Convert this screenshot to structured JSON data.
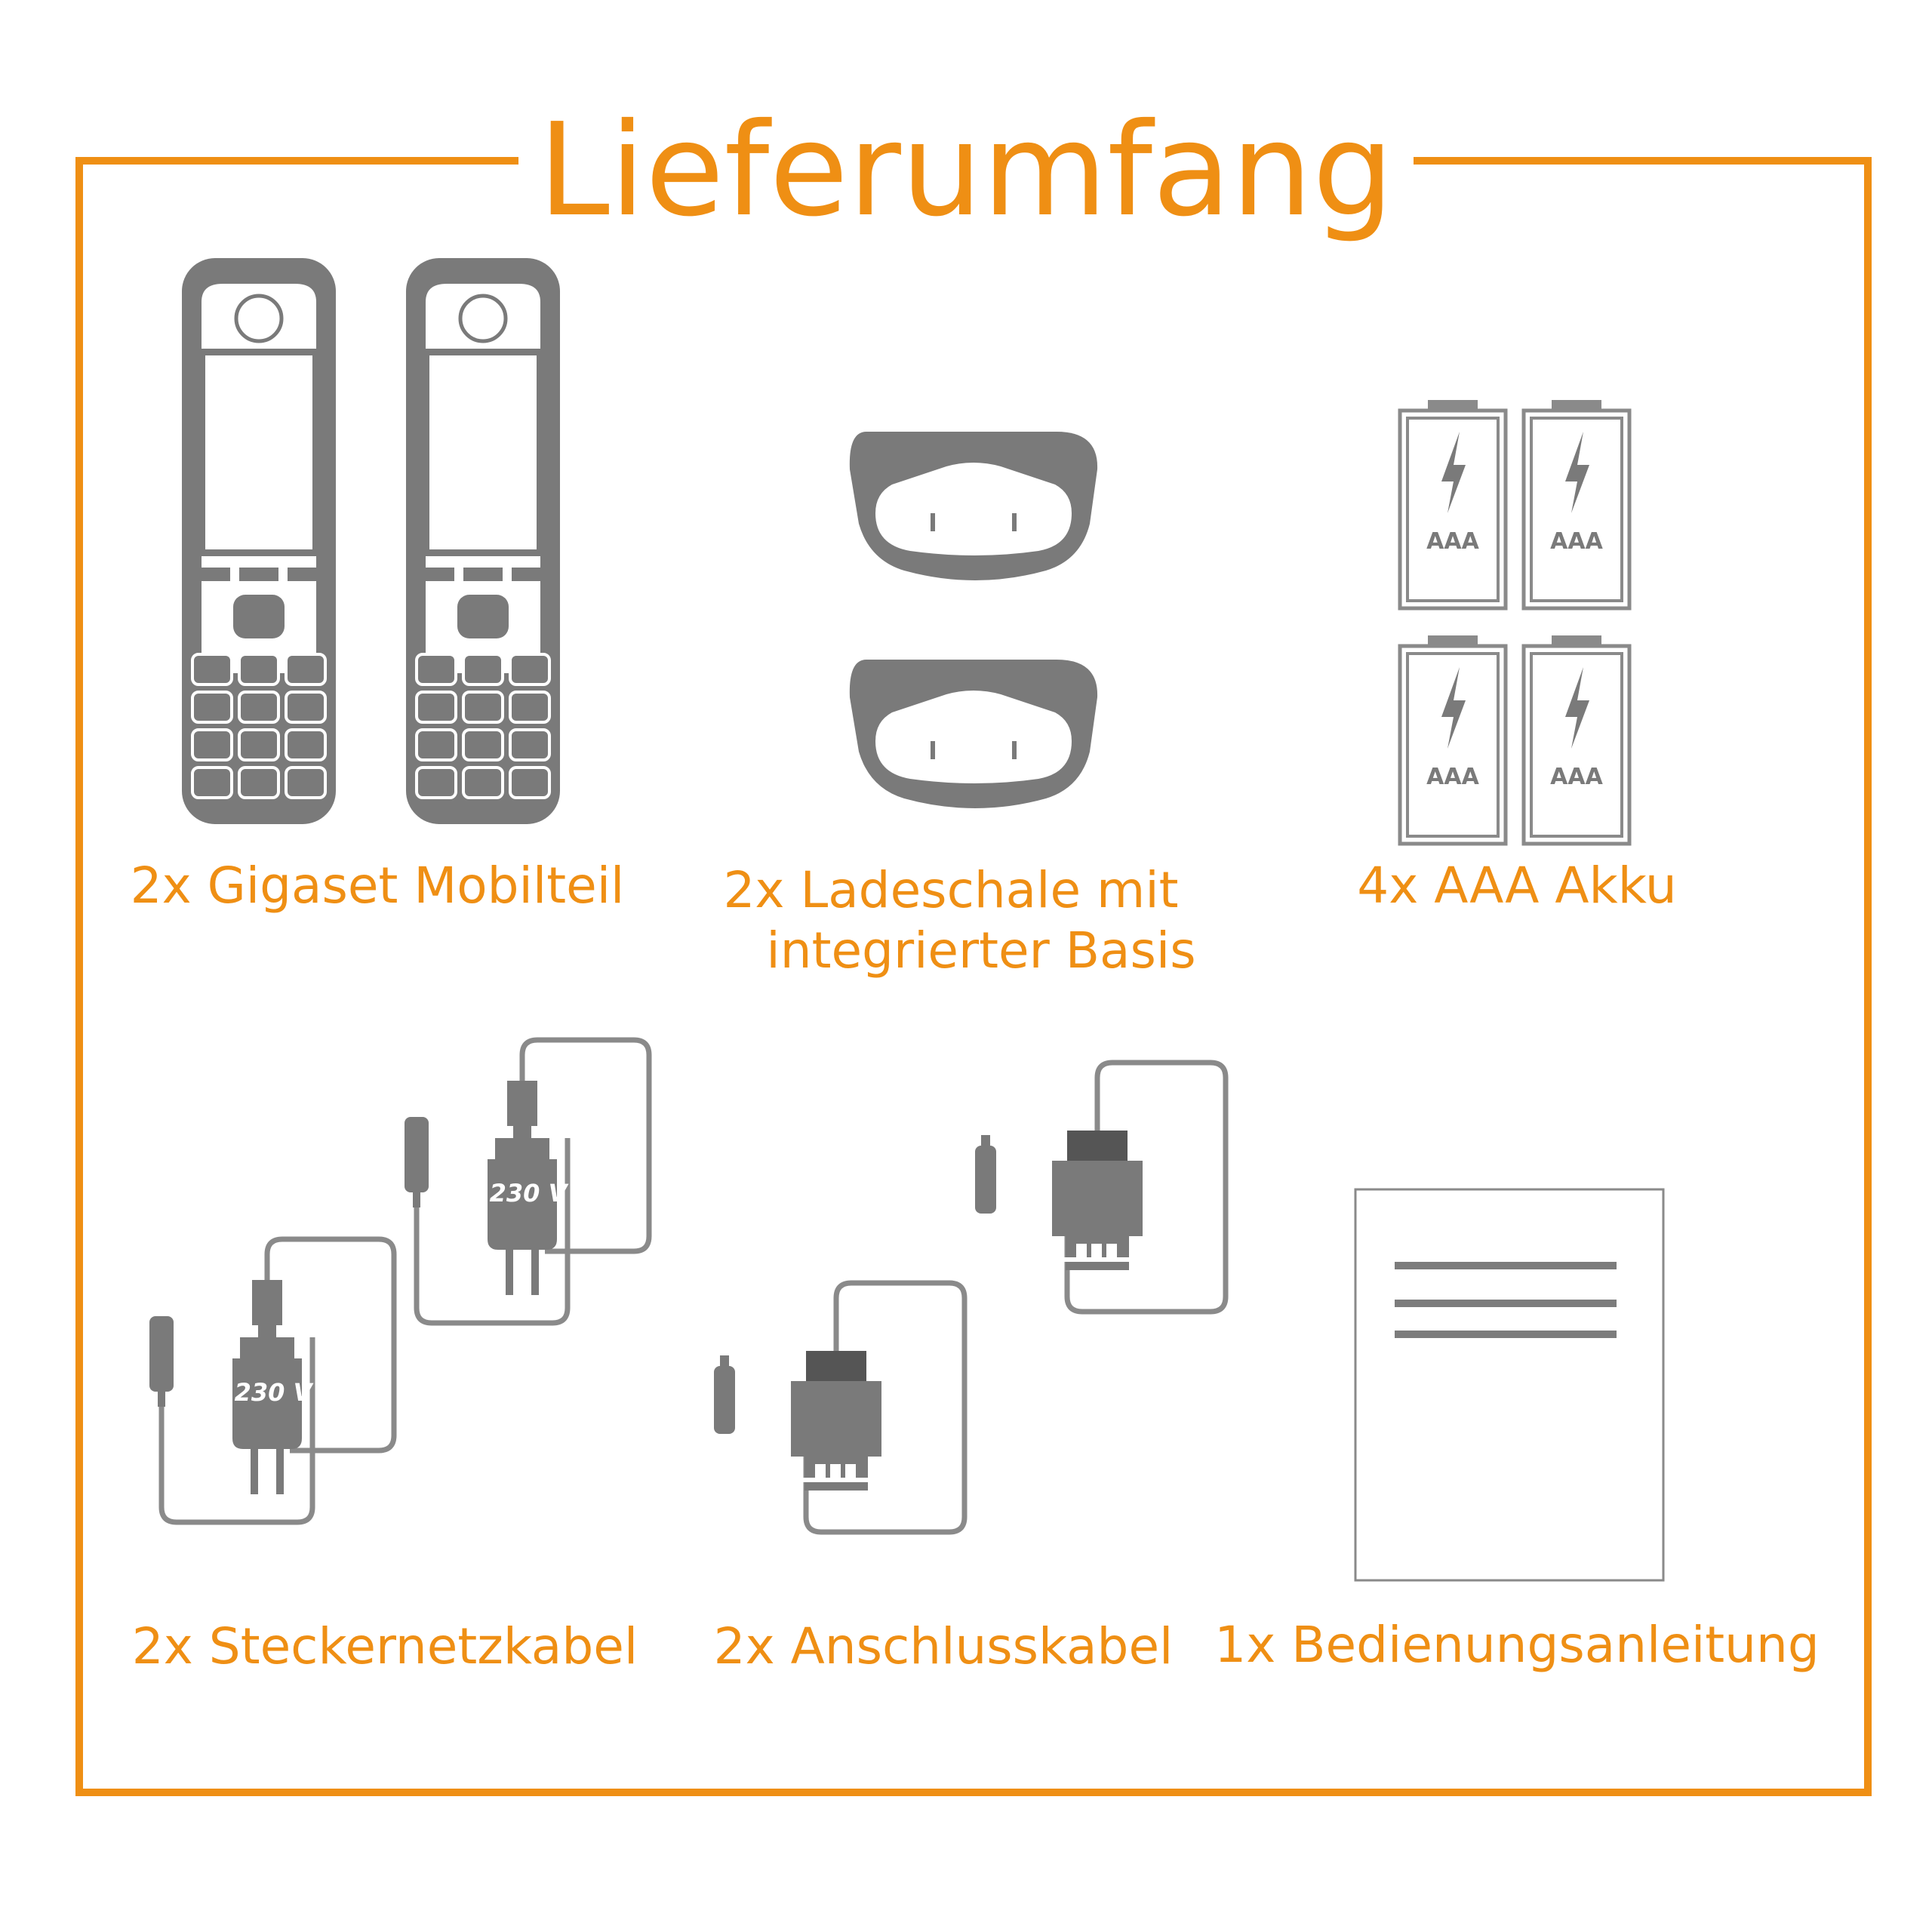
{
  "title": "Lieferumfang",
  "colors": {
    "accent": "#ef8f14",
    "device": "#7a7a7a",
    "outline": "#9a9a9a",
    "paper_line": "#7c7c7c"
  },
  "items": [
    {
      "id": "handset",
      "label": "2x Gigaset Mobilteil",
      "icon": "handset-icon"
    },
    {
      "id": "cradle",
      "label_line1": "2x Ladeschale mit",
      "label_line2": "integrierter Basis",
      "icon": "charging-cradle-icon"
    },
    {
      "id": "batteries",
      "label": "4x AAA Akku",
      "battery_text": "AAA",
      "icon": "battery-icon"
    },
    {
      "id": "power-cable",
      "label": "2x Steckernetzkabel",
      "adapter_text": "230 V",
      "icon": "power-adapter-icon"
    },
    {
      "id": "connection-cable",
      "label": "2x Anschlusskabel",
      "icon": "connection-cable-icon"
    },
    {
      "id": "manual",
      "label": "1x Bedienungsanleitung",
      "icon": "manual-icon"
    }
  ]
}
